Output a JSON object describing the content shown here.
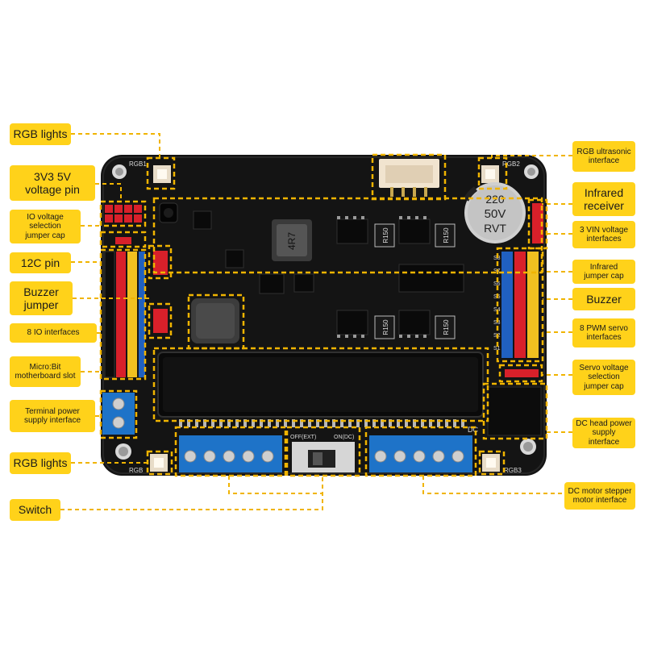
{
  "callouts": {
    "rgb_lights_top": "RGB lights",
    "voltage_pin": [
      "3V3 5V",
      "voltage pin"
    ],
    "io_voltage": [
      "IO voltage",
      "selection",
      "jumper cap"
    ],
    "i2c_pin": "12C pin",
    "buzzer_jumper": [
      "Buzzer",
      "jumper"
    ],
    "io_interfaces": "8 IO interfaces",
    "microbit_slot": [
      "Micro:Bit",
      "motherboard slot"
    ],
    "terminal_power": [
      "Terminal power",
      "supply interface"
    ],
    "rgb_lights_bottom": "RGB lights",
    "switch": "Switch",
    "rgb_ultrasonic": [
      "RGB ultrasonic",
      "interface"
    ],
    "infrared_receiver": [
      "Infrared",
      "receiver"
    ],
    "vin_voltage": [
      "3 VIN voltage",
      "interfaces"
    ],
    "infrared_jumper": [
      "Infrared",
      "jumper cap"
    ],
    "buzzer": "Buzzer",
    "pwm_servo": [
      "8 PWM servo",
      "interfaces"
    ],
    "servo_voltage": [
      "Servo voltage",
      "selection",
      "jumper cap"
    ],
    "dc_head_power": [
      "DC head power",
      "supply interface"
    ],
    "dc_motor": [
      "DC motor stepper",
      "motor interface"
    ]
  },
  "silkscreen": {
    "rgb1": "RGB1",
    "rgb2": "RGB2",
    "rgb3": "RGB3",
    "rgb_bottom_left": "RGB",
    "inductor": "4R7",
    "capacitor": [
      "220",
      "50V",
      "RVT"
    ],
    "resistor": "R150",
    "switch_off": "OFF(EXT)",
    "switch_on": "ON(DC)",
    "dc": "DC",
    "servo_labels": [
      "S8",
      "S7",
      "S6",
      "S5",
      "S4",
      "S3",
      "S2",
      "S1"
    ]
  },
  "colors": {
    "callout_fill": "#ffd21a",
    "leader_line": "#f0b400",
    "board": "#141414",
    "terminal_blue": "#1e73c8",
    "header_red": "#d8202a",
    "header_blue": "#2060c0",
    "header_yellow": "#f0c020"
  }
}
